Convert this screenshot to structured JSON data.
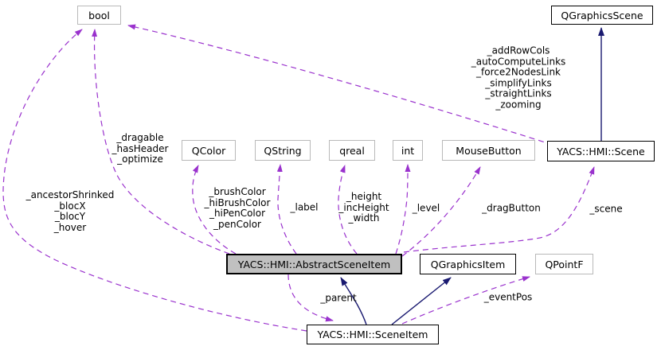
{
  "diagram": {
    "nodes": {
      "bool": "bool",
      "qgraphics_scene": "QGraphicsScene",
      "qcolor": "QColor",
      "qstring": "QString",
      "qreal": "qreal",
      "int": "int",
      "mouse_button": "MouseButton",
      "scene": "YACS::HMI::Scene",
      "abstract_scene_item": "YACS::HMI::AbstractSceneItem",
      "qgraphics_item": "QGraphicsItem",
      "qpointf": "QPointF",
      "scene_item": "YACS::HMI::SceneItem"
    },
    "edge_labels": {
      "scene_to_bool": "_addRowCols\n_autoComputeLinks\n_force2NodesLink\n_simplifyLinks\n_straightLinks\n_zooming",
      "abstract_to_bool": "_dragable\n_hasHeader\n_optimize",
      "sceneitem_to_bool": "_ancestorShrinked\n_blocX\n_blocY\n_hover",
      "abstract_to_qcolor": "_brushColor\n_hiBrushColor\n_hiPenColor\n_penColor",
      "abstract_to_qstring": "_label",
      "abstract_to_qreal": "_height\n_incHeight\n_width",
      "abstract_to_int": "_level",
      "abstract_to_mousebutton": "_dragButton",
      "abstract_to_scene": "_scene",
      "abstract_to_sceneitem": "_parent",
      "sceneitem_to_qpointf": "_eventPos"
    },
    "colors": {
      "usage_edge": "#9a32cd",
      "inheritance_edge": "#191970",
      "node_fill": "#ffffff",
      "current_node_fill": "#c0c0c0",
      "gray_border": "#b9b9b9",
      "black_border": "#000000",
      "text": "#000000"
    }
  }
}
